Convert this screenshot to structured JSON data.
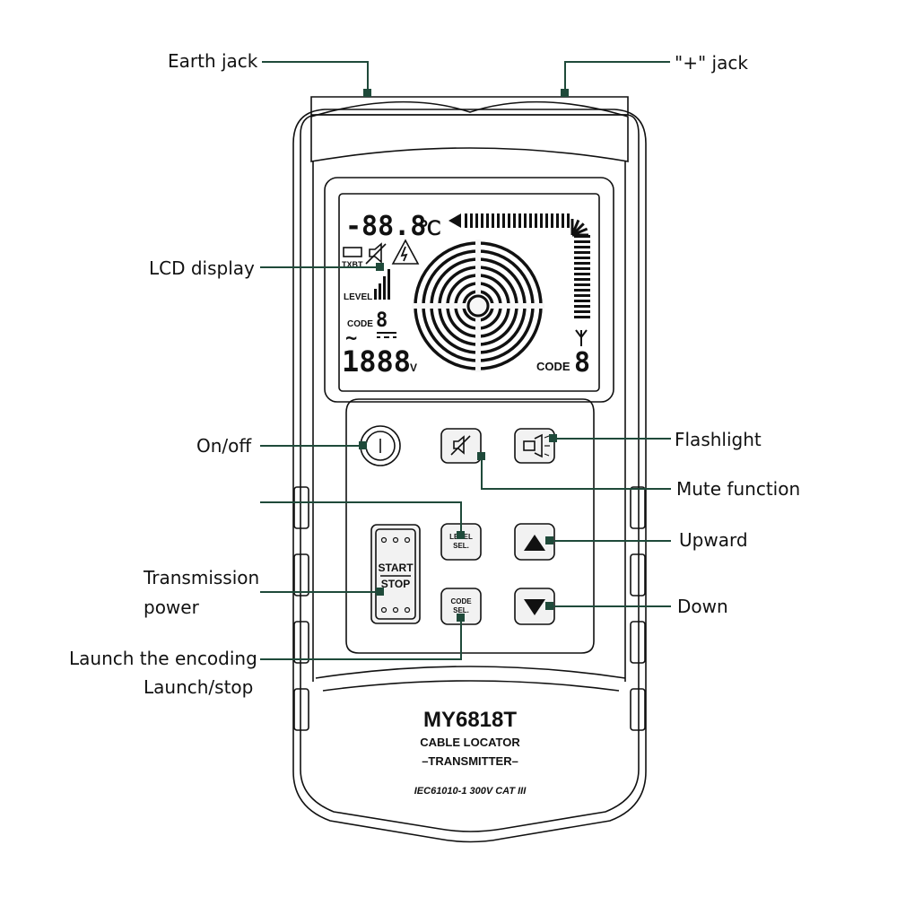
{
  "callouts": {
    "earth_jack": "Earth jack",
    "plus_jack": "\"+\" jack",
    "lcd_display": "LCD display",
    "on_off": "On/off",
    "flashlight": "Flashlight",
    "mute_function": "Mute function",
    "upward": "Upward",
    "down": "Down",
    "transmission_power_1": "Transmission",
    "transmission_power_2": "power",
    "launch_encoding": "Launch the encoding",
    "launch_stop": "Launch/stop"
  },
  "lcd": {
    "temp": "-88.8",
    "temp_unit": "℃",
    "txbt": "TXBT",
    "level": "LEVEL",
    "code_left": "CODE",
    "code_left_digit": "8",
    "ac_symbol": "~",
    "dc_symbol": "⎓",
    "voltage": "1888",
    "voltage_unit": "V",
    "code_right": "CODE",
    "code_right_digit": "8"
  },
  "buttons": {
    "start": "START",
    "stop": "STOP",
    "level_sel_1": "LEVEL",
    "level_sel_2": "SEL.",
    "code_sel_1": "CODE",
    "code_sel_2": "SEL."
  },
  "device": {
    "model": "MY6818T",
    "line1": "CABLE LOCATOR",
    "line2": "–TRANSMITTER–",
    "standard": "IEC61010-1 300V CAT III"
  }
}
